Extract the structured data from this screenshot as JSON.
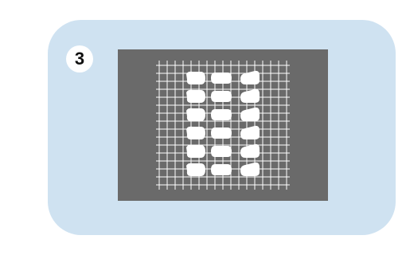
{
  "step": {
    "number": "3"
  },
  "colors": {
    "panel_background": "#cfe2f1",
    "image_background": "#6a6a6a",
    "grid_lines": "#ffffff",
    "pieces": "#ffffff",
    "badge_background": "#ffffff",
    "badge_text": "#111111"
  },
  "illustration": {
    "pieces": {
      "columns": 3,
      "rows": 6,
      "count": 18
    }
  }
}
